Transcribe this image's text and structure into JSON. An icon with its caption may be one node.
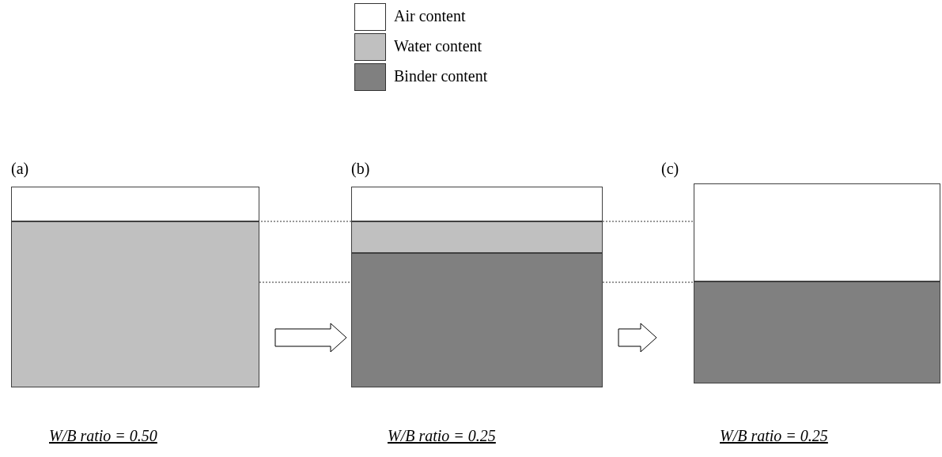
{
  "diagram": {
    "nodes": [
      {
        "text": [
          "(a)"
        ],
        "beside": [
          "W/B ratio = 0.50"
        ]
      },
      {
        "text": [],
        "shape": "box",
        "in": 0
      },
      {
        "text": [],
        "shape": "box",
        "in": 0
      },
      {
        "text": [
          "(b)"
        ],
        "beside": [
          "W/B ratio = 0.25"
        ]
      },
      {
        "text": [],
        "shape": "box",
        "in": 3
      },
      {
        "text": [],
        "shape": "box",
        "in": 3
      },
      {
        "text": [],
        "shape": "box",
        "in": 3
      },
      {
        "text": [
          "(c)"
        ],
        "beside": [
          "W/B ratio = 0.25"
        ]
      },
      {
        "text": [],
        "shape": "box",
        "in": 7
      },
      {
        "text": [],
        "shape": "box",
        "in": 7
      }
    ],
    "edges": [
      {
        "from": 0,
        "to": 3,
        "arrow": "to"
      },
      {
        "from": 3,
        "to": 7,
        "arrow": "to"
      }
    ],
    "legend": [
      {
        "text": "Air content",
        "color": "#ffffff"
      },
      {
        "text": "Water content",
        "color": "#c0c0c0"
      },
      {
        "text": "Binder content",
        "color": "#808080"
      }
    ]
  }
}
